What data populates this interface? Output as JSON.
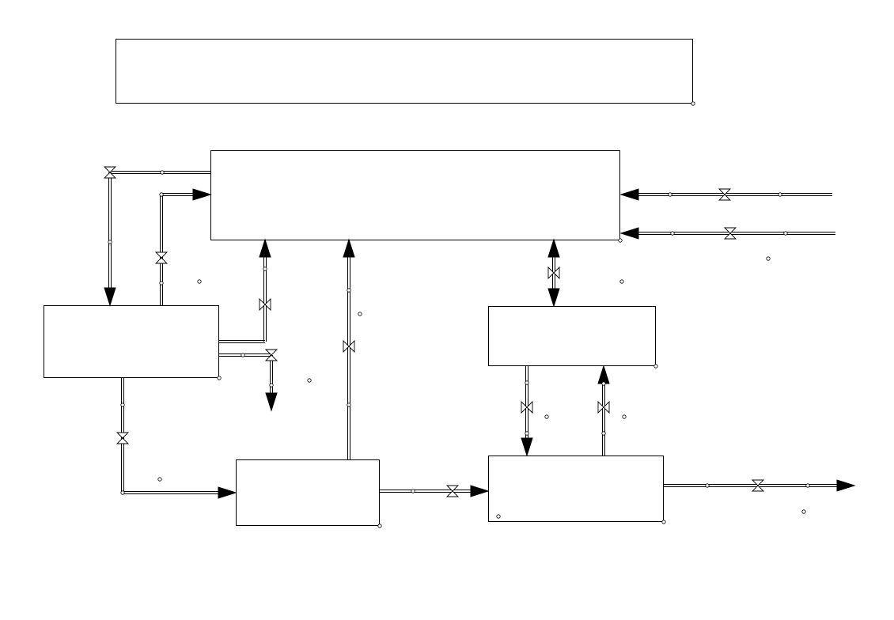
{
  "diagram": {
    "blocks": [
      {
        "id": "header-block",
        "label": ""
      },
      {
        "id": "main-unit",
        "label": ""
      },
      {
        "id": "left-unit",
        "label": ""
      },
      {
        "id": "bottom-center-unit",
        "label": ""
      },
      {
        "id": "right-upper-unit",
        "label": ""
      },
      {
        "id": "right-lower-unit",
        "label": ""
      }
    ],
    "colors": {
      "line": "#000000",
      "background": "#ffffff"
    },
    "icons": {
      "valve": "gate-valve-icon",
      "arrow": "flow-arrow-icon",
      "node": "connection-node-icon"
    }
  }
}
